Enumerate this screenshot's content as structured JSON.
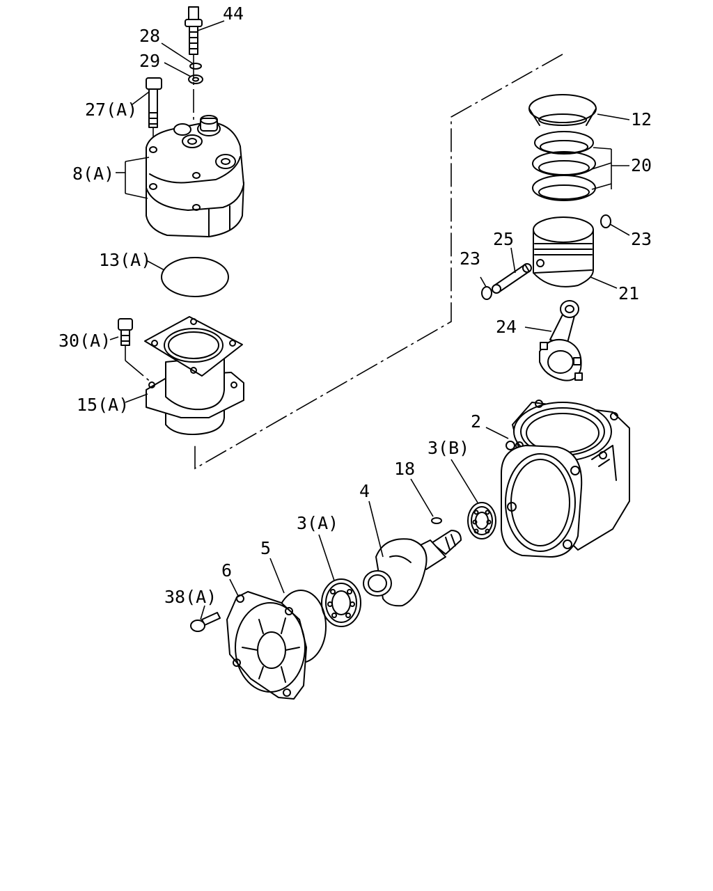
{
  "labels": {
    "p44": "44",
    "p28": "28",
    "p29": "29",
    "p27a": "27(A)",
    "p8a": "8(A)",
    "p13a": "13(A)",
    "p30a": "30(A)",
    "p15a": "15(A)",
    "p12": "12",
    "p20": "20",
    "p23_right": "23",
    "p25": "25",
    "p23_left": "23",
    "p21": "21",
    "p24": "24",
    "p2": "2",
    "p3b": "3(B)",
    "p18": "18",
    "p4": "4",
    "p3a": "3(A)",
    "p5": "5",
    "p6": "6",
    "p38a": "38(A)"
  },
  "colors": {
    "line": "#000000",
    "background": "#ffffff"
  }
}
